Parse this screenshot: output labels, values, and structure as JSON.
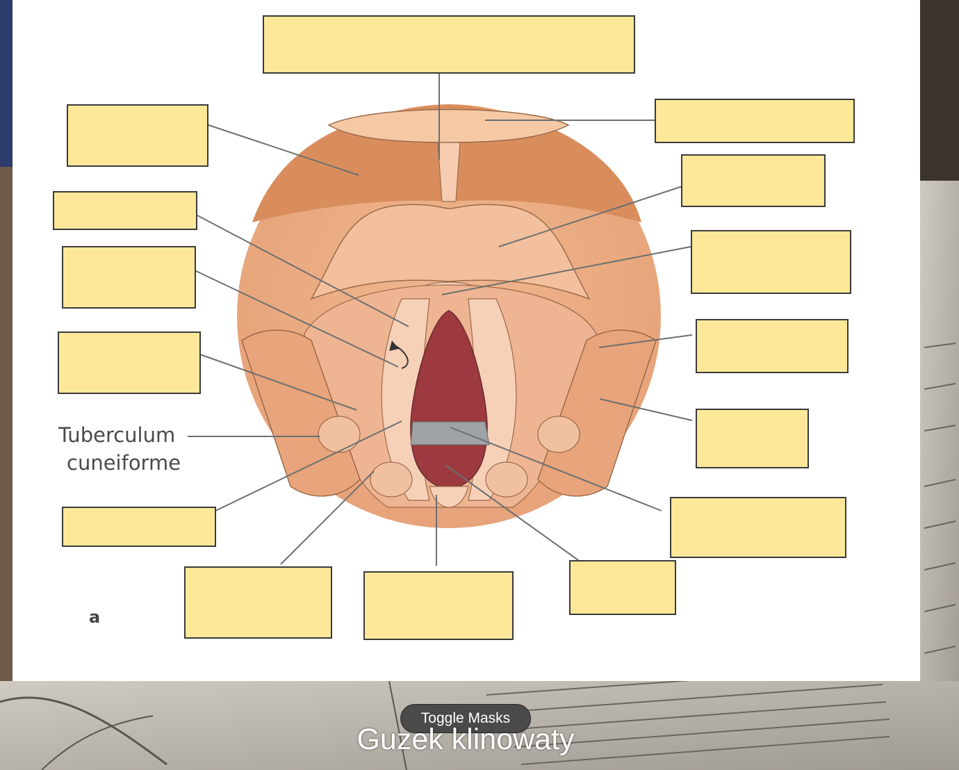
{
  "diagram": {
    "visible_label": "Tuberculum cuneiforme",
    "visible_label_lines": [
      "Tuberculum",
      "cuneiforme"
    ],
    "figure_letter": "a",
    "mask_fill": "#fde89a"
  },
  "controls": {
    "toggle_label": "Toggle Masks"
  },
  "answer": {
    "text": "Guzek klinowaty"
  }
}
